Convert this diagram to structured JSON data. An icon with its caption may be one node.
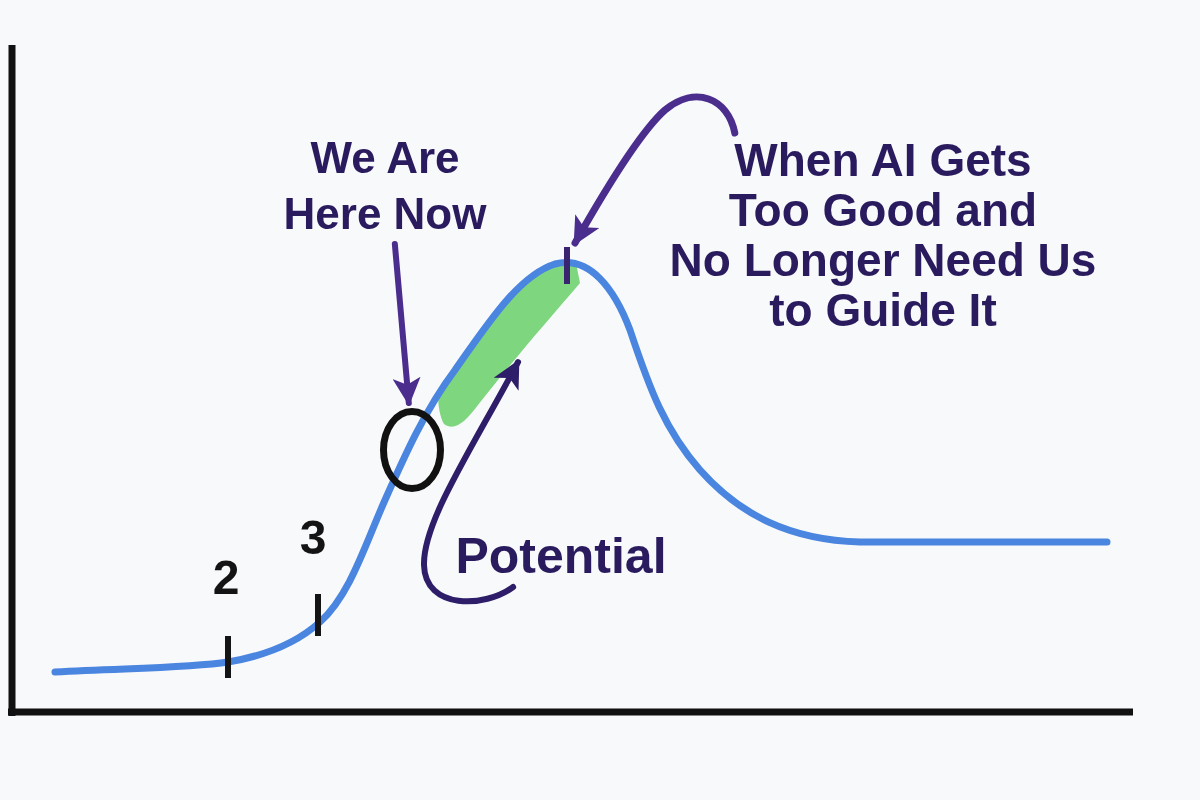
{
  "diagram": {
    "nodes": [
      {
        "text": [
          "We Are Here Now"
        ]
      },
      {
        "text": [],
        "shape": "circle"
      },
      {
        "text": [
          "When AI Gets Too Good and No Longer Need Us to Guide It"
        ]
      },
      {
        "text": [],
        "shape": "bar"
      },
      {
        "text": [
          "Potential"
        ]
      },
      {
        "text": [],
        "shape": "band"
      }
    ],
    "edges": [
      {
        "from": 0,
        "to": 1,
        "arrow": "to"
      },
      {
        "from": 2,
        "to": 3,
        "arrow": "to"
      },
      {
        "from": 4,
        "to": 5,
        "arrow": "to",
        "color": "#2e1d68"
      }
    ],
    "labels": [
      "2",
      "3"
    ]
  }
}
